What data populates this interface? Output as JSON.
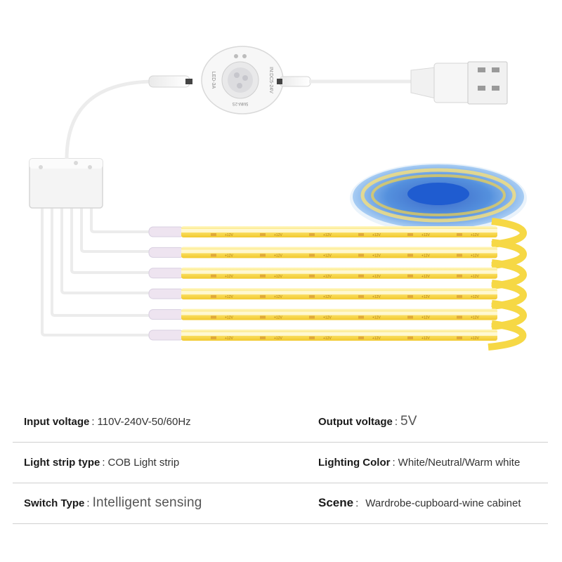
{
  "illustration": {
    "sensor_marks": [
      "LED-3A",
      "IN:DC5-24V",
      "5MM-2S"
    ],
    "strip_mark": "+12V",
    "strip_count": 6
  },
  "colors": {
    "strip_yellow": "#f7d94a",
    "strip_highlight": "#fffbe0",
    "strip_pad": "#e0a93a",
    "reel_blue": "#3a7fd8",
    "cable_white": "#f2f2f2",
    "divider": "#cfcfcf"
  },
  "specs": {
    "input_voltage": {
      "label": "Input voltage",
      "sep": ":",
      "value": "110V-240V-50/60Hz"
    },
    "output_voltage": {
      "label": "Output voltage",
      "sep": ":",
      "value": "5V"
    },
    "light_strip_type": {
      "label": "Light strip type",
      "sep": ":",
      "value": "COB Light strip"
    },
    "lighting_color": {
      "label": "Lighting Color",
      "sep": ":",
      "value": "White/Neutral/Warm white"
    },
    "switch_type": {
      "label": "Switch Type",
      "sep": ":",
      "value": "Intelligent sensing"
    },
    "scene": {
      "label": "Scene",
      "sep": ":",
      "value": "Wardrobe-cupboard-wine cabinet"
    }
  }
}
